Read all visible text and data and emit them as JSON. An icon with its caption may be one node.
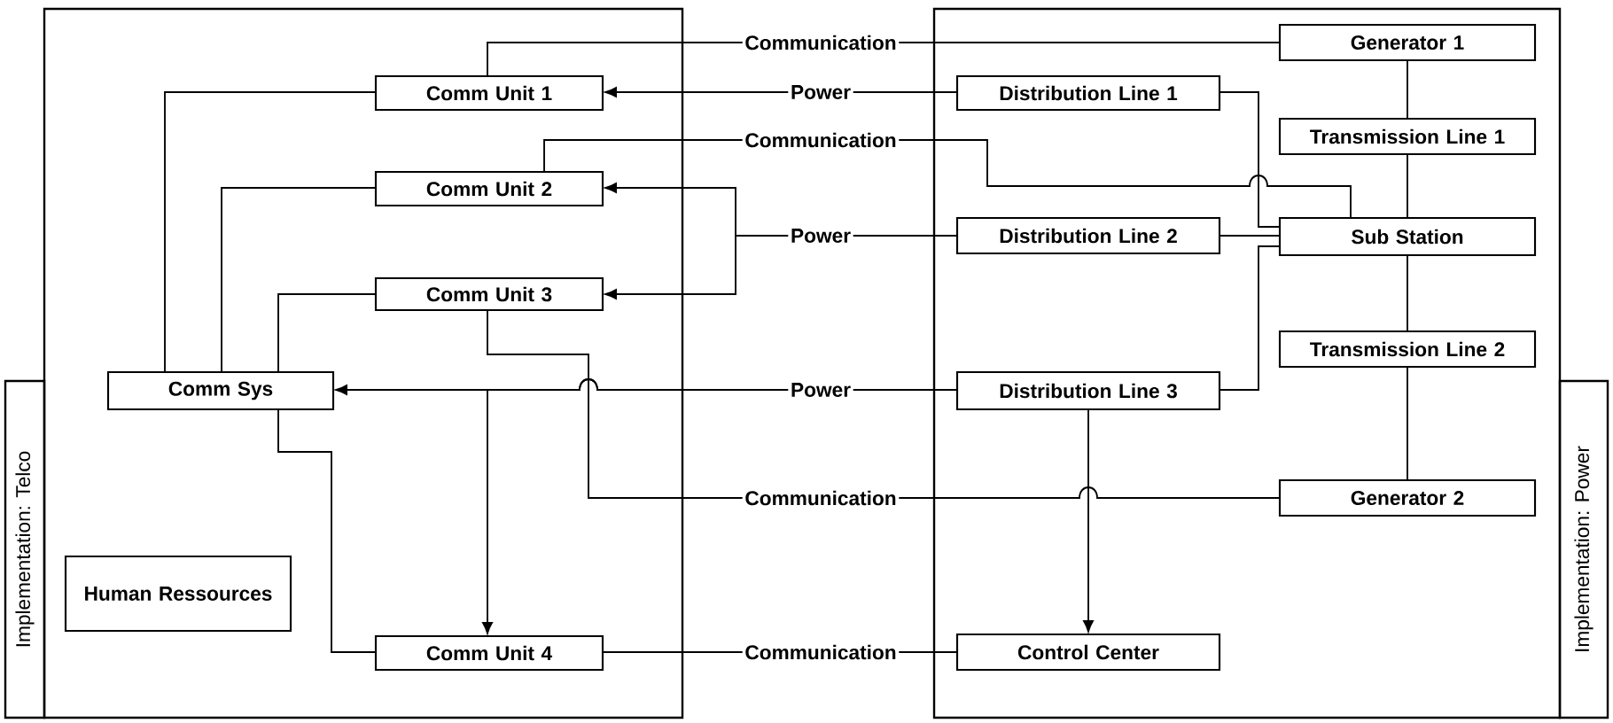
{
  "diagram": {
    "nodes": [
      {
        "text": [
          "Implementation: Telco"
        ]
      },
      {
        "text": [
          "Comm Unit 1"
        ],
        "in": 0
      },
      {
        "text": [
          "Comm Unit 2"
        ],
        "in": 0
      },
      {
        "text": [
          "Comm Unit 3"
        ],
        "in": 0
      },
      {
        "text": [
          "Comm Sys"
        ],
        "in": 0
      },
      {
        "text": [
          "Human Ressources"
        ],
        "in": 0
      },
      {
        "text": [
          "Comm Unit 4"
        ],
        "in": 0
      },
      {
        "text": [
          "Implementation: Power"
        ]
      },
      {
        "text": [
          "Generator 1"
        ],
        "in": 7
      },
      {
        "text": [
          "Distribution Line 1"
        ],
        "in": 7
      },
      {
        "text": [
          "Transmission Line 1"
        ],
        "in": 7
      },
      {
        "text": [
          "Distribution Line 2"
        ],
        "in": 7
      },
      {
        "text": [
          "Sub Station"
        ],
        "in": 7
      },
      {
        "text": [
          "Transmission Line 2"
        ],
        "in": 7
      },
      {
        "text": [
          "Distribution Line 3"
        ],
        "in": 7
      },
      {
        "text": [
          "Generator 2"
        ],
        "in": 7
      },
      {
        "text": [
          "Control Center"
        ],
        "in": 7
      }
    ],
    "edges": [
      {
        "from": 1,
        "to": 8,
        "arrow": "none",
        "label": "Communication"
      },
      {
        "from": 9,
        "to": 1,
        "arrow": "to",
        "label": "Power"
      },
      {
        "from": 2,
        "to": 12,
        "arrow": "none",
        "label": "Communication"
      },
      {
        "from": 11,
        "to": 2,
        "arrow": "to",
        "label": "Power"
      },
      {
        "from": 11,
        "to": 3,
        "arrow": "to"
      },
      {
        "from": 14,
        "to": 4,
        "arrow": "to",
        "label": "Power"
      },
      {
        "from": 14,
        "to": 6,
        "arrow": "to"
      },
      {
        "from": 3,
        "to": 15,
        "arrow": "none",
        "label": "Communication"
      },
      {
        "from": 6,
        "to": 16,
        "arrow": "none",
        "label": "Communication"
      },
      {
        "from": 14,
        "to": 16,
        "arrow": "to"
      },
      {
        "from": 4,
        "to": 1,
        "arrow": "none"
      },
      {
        "from": 4,
        "to": 2,
        "arrow": "none"
      },
      {
        "from": 4,
        "to": 3,
        "arrow": "none"
      },
      {
        "from": 4,
        "to": 6,
        "arrow": "none"
      },
      {
        "from": 9,
        "to": 12,
        "arrow": "none"
      },
      {
        "from": 11,
        "to": 12,
        "arrow": "none"
      },
      {
        "from": 14,
        "to": 12,
        "arrow": "none"
      },
      {
        "from": 8,
        "to": 10,
        "arrow": "none"
      },
      {
        "from": 10,
        "to": 12,
        "arrow": "none"
      },
      {
        "from": 12,
        "to": 13,
        "arrow": "none"
      },
      {
        "from": 13,
        "to": 15,
        "arrow": "none"
      }
    ]
  }
}
